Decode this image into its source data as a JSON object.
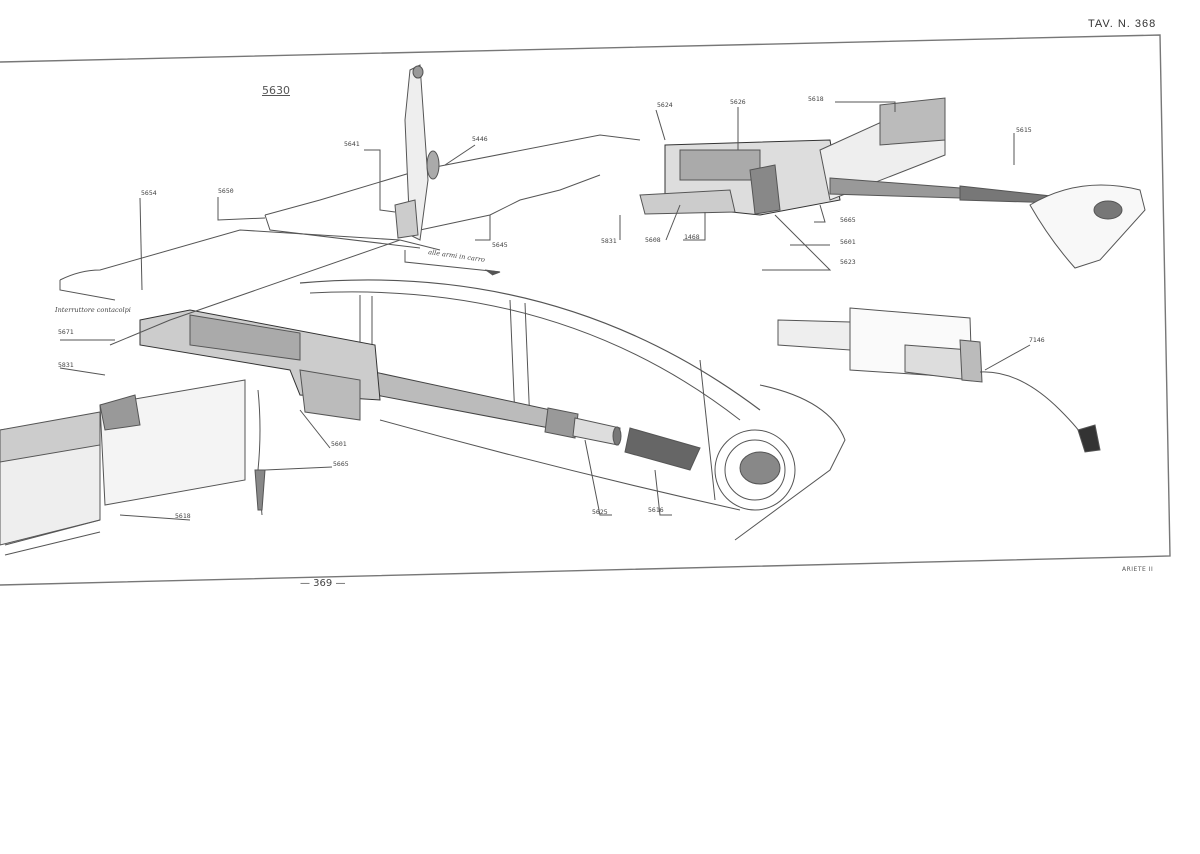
{
  "plate": {
    "title": "TAV. N. 368",
    "page_number": "— 369 —",
    "vehicle": "ARIETE II"
  },
  "assembly": "5630",
  "labels": {
    "l5654": "5654",
    "l5650": "5650",
    "l5641": "5641",
    "l5446": "5446",
    "l5645": "5645",
    "l5624": "5624",
    "l5626": "5626",
    "l5618t": "5618",
    "l5615": "5615",
    "l5665t": "5665",
    "l5601t": "5601",
    "l5623": "5623",
    "l5831t": "5831",
    "l5608": "5608",
    "l1468": "1468",
    "l5671": "5671",
    "l5831": "5831",
    "l5601": "5601",
    "l5665": "5665",
    "l5618": "5618",
    "l5625": "5625",
    "l5616": "5616",
    "l7146": "7146"
  },
  "notes": {
    "interruttore": "Interruttore contacolpi",
    "alle_armi": "alle armi in carro"
  }
}
